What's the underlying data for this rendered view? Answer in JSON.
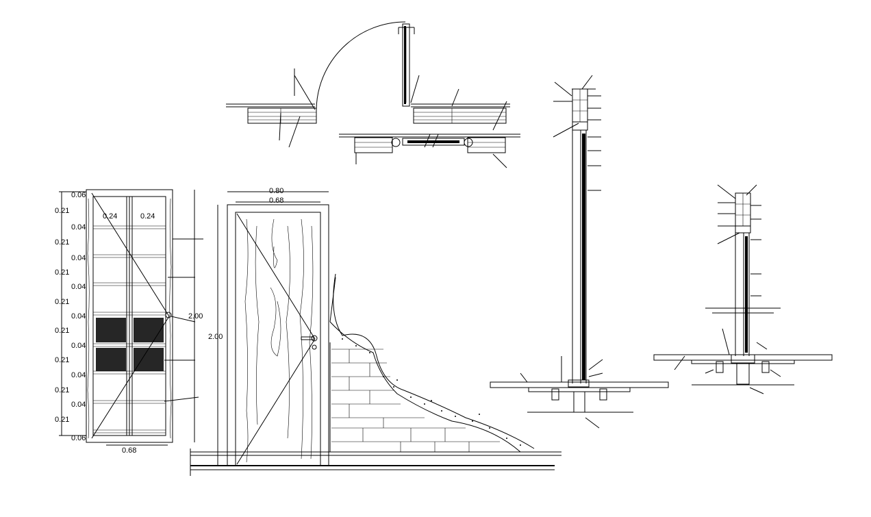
{
  "panel_door": {
    "row_dims": [
      "0.21",
      "0.04",
      "0.21",
      "0.04",
      "0.21",
      "0.04",
      "0.21",
      "0.04",
      "0.21",
      "0.04",
      "0.21",
      "0.04",
      "0.21",
      "0.04",
      "0.21"
    ],
    "top_stile": "0.06",
    "bottom_stile": "0.06",
    "panel_widths": [
      "0.24",
      "0.24"
    ],
    "height": "2.00",
    "width": "0.68"
  },
  "plain_door": {
    "frame_width": "0.80",
    "leaf_width": "0.68",
    "height": "2.00"
  }
}
